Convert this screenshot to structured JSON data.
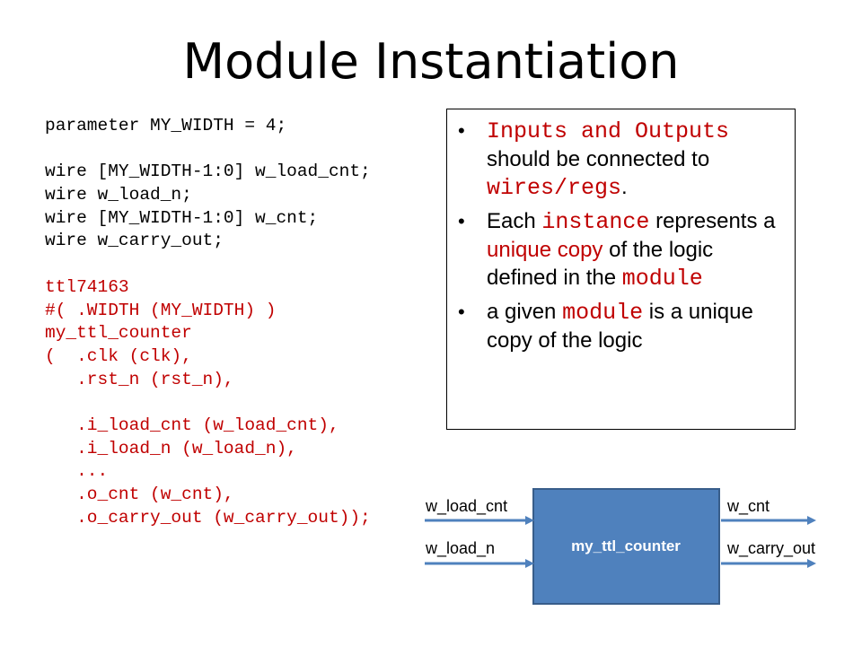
{
  "title": "Module Instantiation",
  "code": {
    "lines": [
      {
        "text": "parameter MY_WIDTH = 4;",
        "color": "black"
      },
      {
        "text": "",
        "color": "black"
      },
      {
        "text": "wire [MY_WIDTH-1:0] w_load_cnt;",
        "color": "black"
      },
      {
        "text": "wire w_load_n;",
        "color": "black"
      },
      {
        "text": "wire [MY_WIDTH-1:0] w_cnt;",
        "color": "black"
      },
      {
        "text": "wire w_carry_out;",
        "color": "black"
      },
      {
        "text": "",
        "color": "black"
      },
      {
        "text": "ttl74163",
        "color": "red"
      },
      {
        "text": "#( .WIDTH (MY_WIDTH) )",
        "color": "red"
      },
      {
        "text": "my_ttl_counter",
        "color": "red"
      },
      {
        "text": "(  .clk (clk),",
        "color": "red"
      },
      {
        "text": "   .rst_n (rst_n),",
        "color": "red"
      },
      {
        "text": "",
        "color": "red"
      },
      {
        "text": "   .i_load_cnt (w_load_cnt),",
        "color": "red"
      },
      {
        "text": "   .i_load_n (w_load_n),",
        "color": "red"
      },
      {
        "text": "   ...",
        "color": "red"
      },
      {
        "text": "   .o_cnt (w_cnt),",
        "color": "red"
      },
      {
        "text": "   .o_carry_out (w_carry_out));",
        "color": "red"
      }
    ]
  },
  "bullets": [
    {
      "marker": "•",
      "parts": [
        {
          "text": "Inputs and Outputs",
          "style": "mono"
        },
        {
          "text": " should be connected to ",
          "style": "plain"
        },
        {
          "text": "wires/regs",
          "style": "mono"
        },
        {
          "text": ".",
          "style": "plain"
        }
      ]
    },
    {
      "marker": "•",
      "parts": [
        {
          "text": "Each ",
          "style": "plain"
        },
        {
          "text": "instance",
          "style": "mono"
        },
        {
          "text": " represents a ",
          "style": "plain"
        },
        {
          "text": "unique copy",
          "style": "red"
        },
        {
          "text": " of the logic defined in the ",
          "style": "plain"
        },
        {
          "text": "module",
          "style": "mono"
        }
      ]
    },
    {
      "marker": "•",
      "parts": [
        {
          "text": "a  given ",
          "style": "plain"
        },
        {
          "text": "module",
          "style": "mono"
        },
        {
          "text": " is a unique copy of the logic",
          "style": "plain"
        }
      ]
    }
  ],
  "diagram": {
    "block_label": "my_ttl_counter",
    "block_color": "#4f81bd",
    "inputs": [
      "w_load_cnt",
      "w_load_n"
    ],
    "outputs": [
      "w_cnt",
      "w_carry_out"
    ]
  }
}
